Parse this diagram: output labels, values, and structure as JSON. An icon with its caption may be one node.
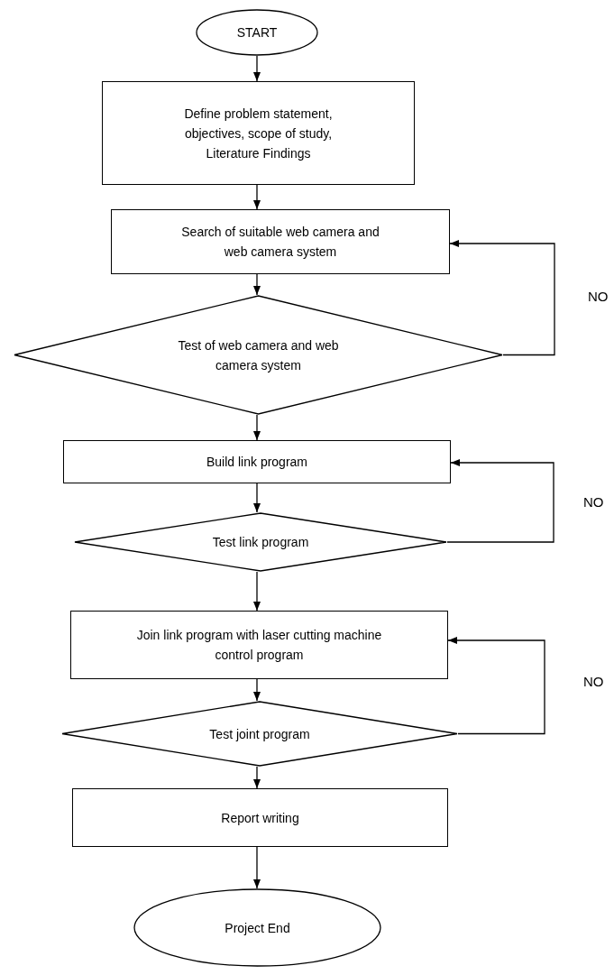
{
  "diagram": {
    "nodes": [
      {
        "text": [
          "START"
        ]
      },
      {
        "text": [
          "Define problem statement, objectives, scope of study, Literature Findings"
        ]
      },
      {
        "text": [
          "Search of suitable web camera and web camera system"
        ]
      },
      {
        "text": [
          "Test of web camera and web camera system"
        ]
      },
      {
        "text": [
          "Build link program"
        ]
      },
      {
        "text": [
          "Test link program"
        ]
      },
      {
        "text": [
          "Join link program with laser cutting machine control program"
        ]
      },
      {
        "text": [
          "Test joint program"
        ]
      },
      {
        "text": [
          "Report writing"
        ]
      },
      {
        "text": [
          "Project End"
        ]
      }
    ],
    "edges": [
      {
        "from": 0,
        "to": 1,
        "arrow": "to"
      },
      {
        "from": 1,
        "to": 2,
        "arrow": "to"
      },
      {
        "from": 2,
        "to": 3,
        "arrow": "to"
      },
      {
        "from": 3,
        "to": 2,
        "arrow": "to",
        "label": "NO"
      },
      {
        "from": 3,
        "to": 4,
        "arrow": "to"
      },
      {
        "from": 4,
        "to": 5,
        "arrow": "to"
      },
      {
        "from": 5,
        "to": 4,
        "arrow": "to",
        "label": "NO"
      },
      {
        "from": 5,
        "to": 6,
        "arrow": "to"
      },
      {
        "from": 6,
        "to": 7,
        "arrow": "to"
      },
      {
        "from": 7,
        "to": 6,
        "arrow": "to",
        "label": "NO"
      },
      {
        "from": 7,
        "to": 8,
        "arrow": "to"
      },
      {
        "from": 8,
        "to": 9,
        "arrow": "to"
      }
    ]
  }
}
